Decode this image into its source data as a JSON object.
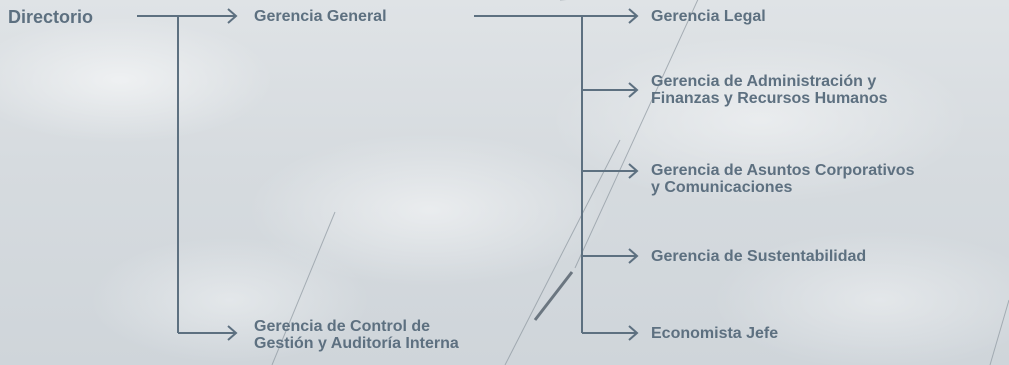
{
  "nodes": {
    "directorio": "Directorio",
    "gerencia_general": "Gerencia General",
    "gerencia_control": "Gerencia de Control de\nGestión y Auditoría Interna",
    "gerencia_legal": "Gerencia Legal",
    "gerencia_administracion": "Gerencia de Administración y\nFinanzas y Recursos Humanos",
    "gerencia_asuntos": "Gerencia de Asuntos Corporativos\ny Comunicaciones",
    "gerencia_sustentabilidad": "Gerencia de Sustentabilidad",
    "economista_jefe": "Economista Jefe"
  },
  "colors": {
    "connector": "#5d7080",
    "label": "#5d7080"
  }
}
